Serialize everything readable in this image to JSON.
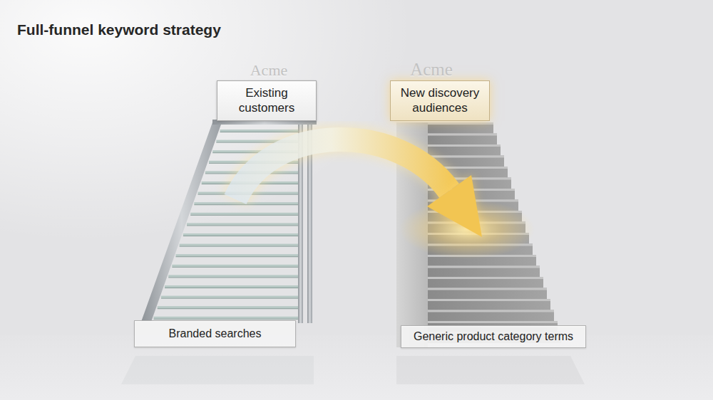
{
  "diagram": {
    "title": "Full-funnel keyword strategy",
    "nodes": [
      {
        "text": [
          "Existing customers"
        ]
      },
      {
        "text": [
          "New discovery audiences"
        ]
      },
      {
        "text": [
          "Branded searches"
        ]
      },
      {
        "text": [
          "Generic product category terms"
        ]
      }
    ],
    "labels": [
      "Acme",
      "Acme"
    ]
  }
}
